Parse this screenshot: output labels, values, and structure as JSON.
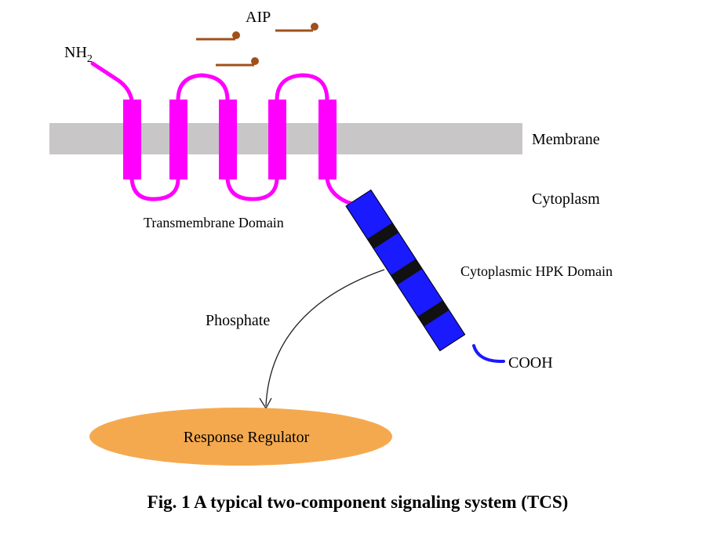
{
  "colors": {
    "background": "#ffffff",
    "membrane": "#c8c6c6",
    "transmembrane": "#ff00ff",
    "hpk_domain": "#1a1aff",
    "hpk_band": "#111111",
    "response_regulator": "#f5a94f",
    "aip": "#a0501a",
    "arrow": "#222222"
  },
  "labels": {
    "aip": "AIP",
    "nh2_main": "NH",
    "nh2_sub": "2",
    "membrane": "Membrane",
    "cytoplasm": "Cytoplasm",
    "transmembrane_domain": "Transmembrane Domain",
    "cytoplasmic_hpk_domain": "Cytoplasmic HPK Domain",
    "phosphate": "Phosphate",
    "cooh": "COOH",
    "response_regulator": "Response Regulator"
  },
  "caption": "Fig. 1 A typical two-component signaling system (TCS)"
}
